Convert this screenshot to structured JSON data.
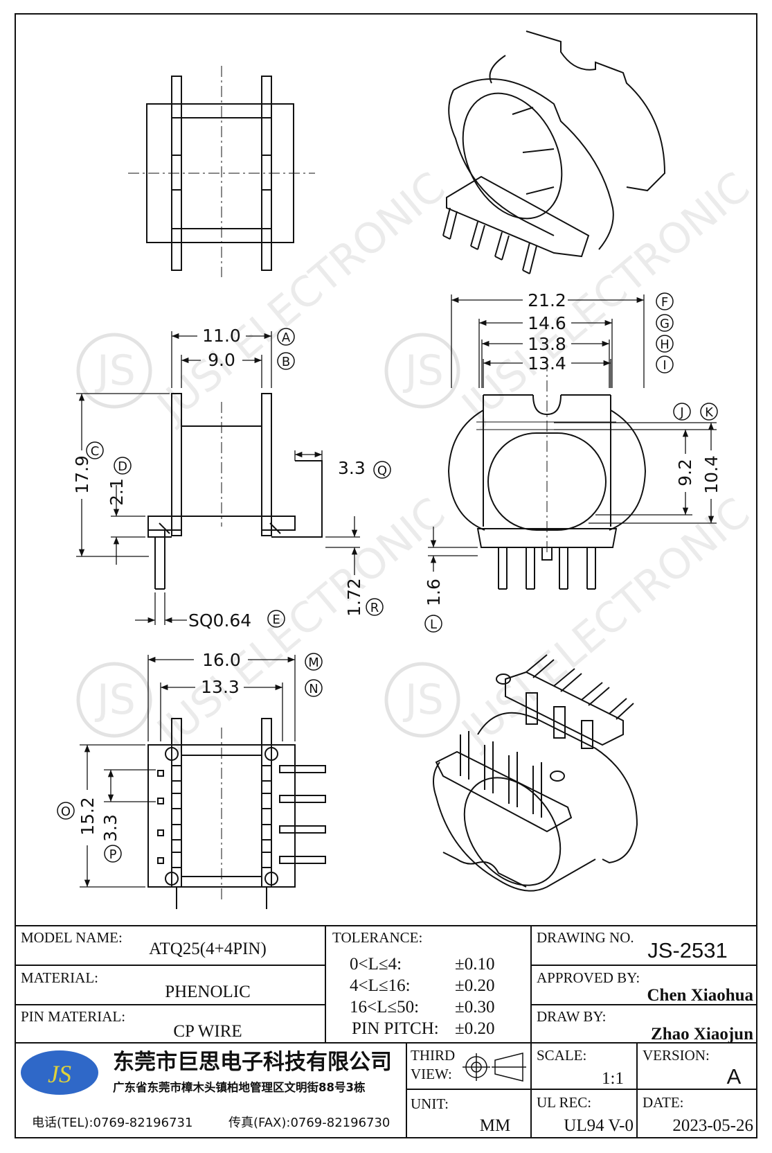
{
  "drawing": {
    "dimensions": {
      "a": "11.0",
      "b": "9.0",
      "c": "17.9",
      "d": "2.1",
      "e": "SQ0.64",
      "q": "3.3",
      "r": "1.72",
      "f": "21.2",
      "g": "14.6",
      "h": "13.8",
      "i": "13.4",
      "j_k_a": "9.2",
      "j_k_b": "10.4",
      "l": "1.6",
      "m": "16.0",
      "n": "13.3",
      "o": "15.2",
      "p": "3.3"
    },
    "markers": [
      "A",
      "B",
      "C",
      "D",
      "E",
      "F",
      "G",
      "H",
      "I",
      "J",
      "K",
      "L",
      "M",
      "N",
      "O",
      "P",
      "Q",
      "R"
    ]
  },
  "watermark": {
    "text": "JUSI ELECTRONIC",
    "logo": "JS"
  },
  "title_block": {
    "model_name_label": "MODEL NAME:",
    "model_name": "ATQ25(4+4PIN)",
    "material_label": "MATERIAL:",
    "material": "PHENOLIC",
    "pin_material_label": "PIN MATERIAL:",
    "pin_material": "CP WIRE",
    "tolerance_label": "TOLERANCE:",
    "tolerances": [
      {
        "range": "0<L≤4:",
        "value": "±0.10"
      },
      {
        "range": "4<L≤16:",
        "value": "±0.20"
      },
      {
        "range": "16<L≤50:",
        "value": "±0.30"
      },
      {
        "range": "PIN PITCH:",
        "value": "±0.20"
      }
    ],
    "drawing_no_label": "DRAWING NO.",
    "drawing_no": "JS-2531",
    "approved_by_label": "APPROVED BY:",
    "approved_by": "Chen Xiaohua",
    "draw_by_label": "DRAW BY:",
    "draw_by": "Zhao Xiaojun",
    "company_logo": "JS",
    "company_name": "东莞市巨思电子科技有限公司",
    "company_address": "广东省东莞市樟木头镇柏地管理区文明街88号3栋",
    "tel": "电话(TEL):0769-82196731",
    "fax": "传真(FAX):0769-82196730",
    "third_view_label_1": "THIRD",
    "third_view_label_2": "VIEW:",
    "unit_label": "UNIT:",
    "unit": "MM",
    "scale_label": "SCALE:",
    "scale": "1:1",
    "ul_rec_label": "UL REC:",
    "ul_rec": "UL94 V-0",
    "version_label": "VERSION:",
    "version": "A",
    "date_label": "DATE:",
    "date": "2023-05-26"
  },
  "colors": {
    "logo_fill": "#2f68c8",
    "logo_text": "#e0d23a",
    "line": "#111111"
  }
}
